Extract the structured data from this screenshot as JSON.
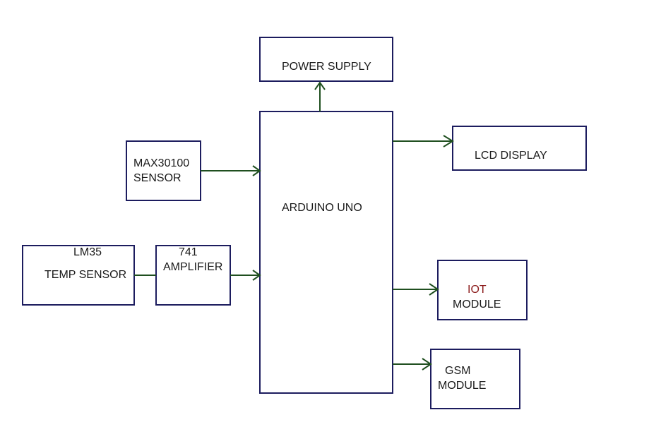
{
  "blocks": {
    "power_supply": {
      "label": "POWER SUPPLY"
    },
    "arduino": {
      "label": "ARDUINO UNO"
    },
    "max30100": {
      "line1": "MAX30100",
      "line2": "SENSOR"
    },
    "lm35": {
      "line1": "LM35",
      "line2": "TEMP SENSOR"
    },
    "amplifier": {
      "line1": "741",
      "line2": "AMPLIFIER"
    },
    "lcd": {
      "label": "LCD DISPLAY"
    },
    "iot": {
      "line1": "IOT",
      "line2": "MODULE"
    },
    "gsm": {
      "line1": "GSM",
      "line2": "MODULE"
    }
  },
  "colors": {
    "box_border": "#1c1c5e",
    "connector": "#1f4f1f",
    "iot_text": "#8b1a1a"
  }
}
